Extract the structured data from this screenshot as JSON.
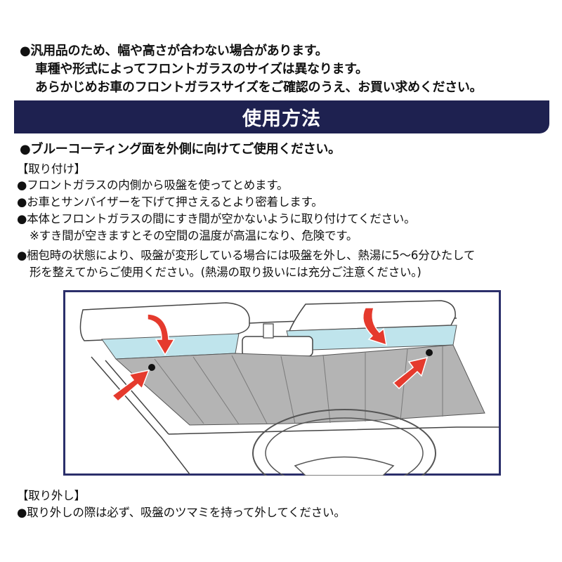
{
  "notice": {
    "lines": [
      "●汎用品のため、幅や高さが合わない場合があります。",
      "車種や形式によってフロントガラスのサイズは異なります。",
      "あらかじめお車のフロントガラスサイズをご確認のうえ、お買い求めください。"
    ]
  },
  "section_title": "使用方法",
  "intro": "●ブルーコーティング面を外側に向けてご使用ください。",
  "install": {
    "heading": "【取り付け】",
    "lines": [
      "●フロントガラスの内側から吸盤を使ってとめます。",
      "●お車とサンバイザーを下げて押さえるとより密着します。",
      "●本体とフロントガラスの間にすき間が空かないように取り付けてください。",
      "※すき間が空きますとその空間の温度が高温になり、危険です。",
      "●梱包時の状態により、吸盤が変形している場合には吸盤を外し、熱湯に5〜6分ひたして",
      "形を整えてからご使用ください。(熱湯の取り扱いには充分ご注意ください。)"
    ]
  },
  "remove": {
    "heading": "【取り外し】",
    "line": "●取り外しの際は必ず、吸盤のツマミを持って外してください。"
  },
  "colors": {
    "banner": "#1e2150",
    "illustration_frame": "#2b2f6b",
    "coating": "#bfe4ec",
    "shade": "#b4b4b4",
    "arrow": "#e53a2d"
  }
}
